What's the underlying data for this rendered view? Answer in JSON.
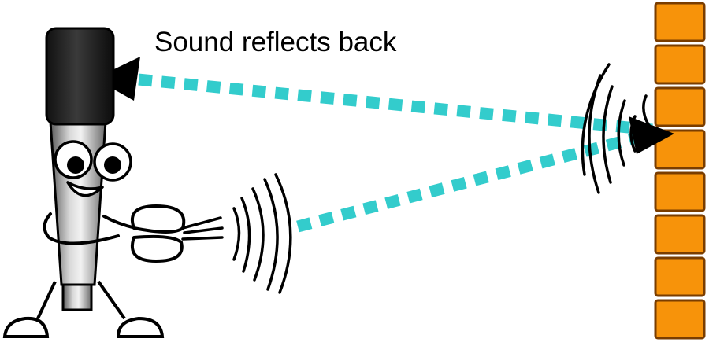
{
  "caption": "Sound reflects back",
  "colors": {
    "wall_fill": "#f7930a",
    "wall_stroke": "#7a3d00",
    "beam": "#33cccc",
    "mic_head": "#1a1a1a",
    "outline": "#000000"
  },
  "icons": [
    "microphone-character",
    "hand-clap",
    "sound-waves",
    "brick-wall",
    "arrowhead"
  ]
}
